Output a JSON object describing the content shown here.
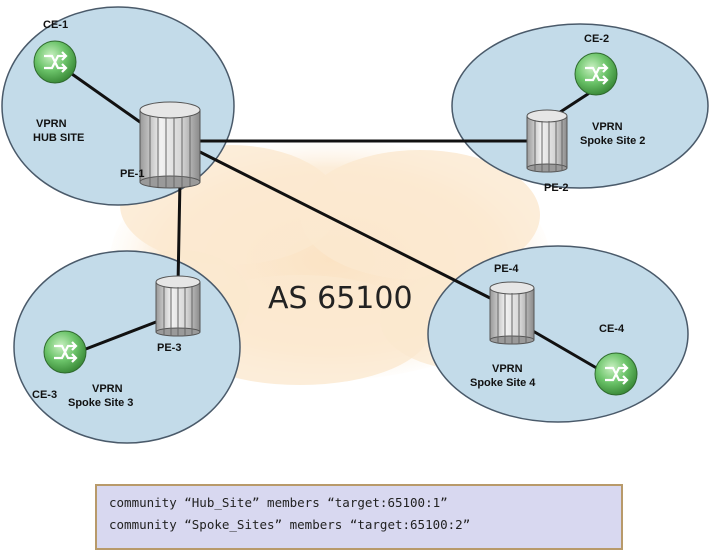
{
  "diagram": {
    "as_label": "AS 65100",
    "sites": {
      "hub": {
        "ce": "CE-1",
        "pe": "PE-1",
        "vprn_line1": "VPRN",
        "vprn_line2": "HUB SITE"
      },
      "spoke2": {
        "ce": "CE-2",
        "pe": "PE-2",
        "vprn_line1": "VPRN",
        "vprn_line2": "Spoke Site 2"
      },
      "spoke3": {
        "ce": "CE-3",
        "pe": "PE-3",
        "vprn_line1": "VPRN",
        "vprn_line2": "Spoke Site 3"
      },
      "spoke4": {
        "ce": "CE-4",
        "pe": "PE-4",
        "vprn_line1": "VPRN",
        "vprn_line2": "Spoke Site 4"
      }
    },
    "colors": {
      "site_fill": "#c3dbe9",
      "cloud": "#fae6c9",
      "ce_green": "#5cb85c"
    }
  },
  "config": {
    "lines": [
      "community “Hub_Site” members “target:65100:1”",
      "community “Spoke_Sites” members “target:65100:2”"
    ]
  }
}
